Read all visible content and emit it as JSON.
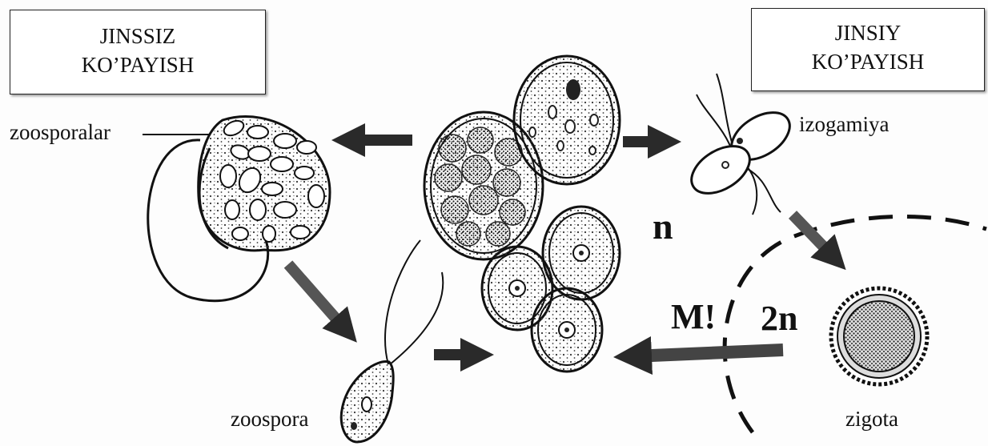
{
  "boxes": {
    "asexual": [
      "JINSSIZ",
      "KO’PAYISH"
    ],
    "sexual": [
      "JINSIY",
      "KO’PAYISH"
    ]
  },
  "labels": {
    "zoosporalar": "zoosporalar",
    "izogamiya": "izogamiya",
    "zoospora": "zoospora",
    "zigota": "zigota",
    "haploid": "n",
    "diploid": "2n",
    "meiosis": "M!"
  }
}
